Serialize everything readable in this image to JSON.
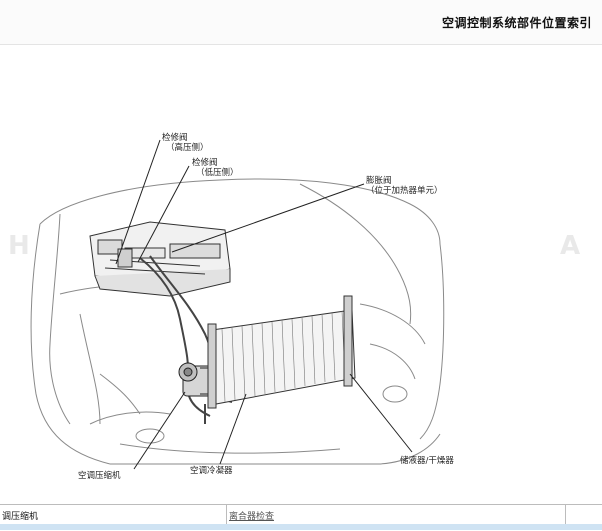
{
  "header": {
    "title": "空调控制系统部件位置索引"
  },
  "diagram": {
    "labels": {
      "service_valve_high_1": "检修阀",
      "service_valve_high_2": "（高压侧）",
      "service_valve_low_1": "检修阀",
      "service_valve_low_2": "（低压侧）",
      "expansion_valve_1": "膨胀阀",
      "expansion_valve_2": "（位于加热器单元）",
      "compressor": "空调压缩机",
      "condenser": "空调冷凝器",
      "receiver_dryer": "储液器/干燥器"
    }
  },
  "table": {
    "row1_left": "调压缩机",
    "row1_right": "离合器检查"
  }
}
